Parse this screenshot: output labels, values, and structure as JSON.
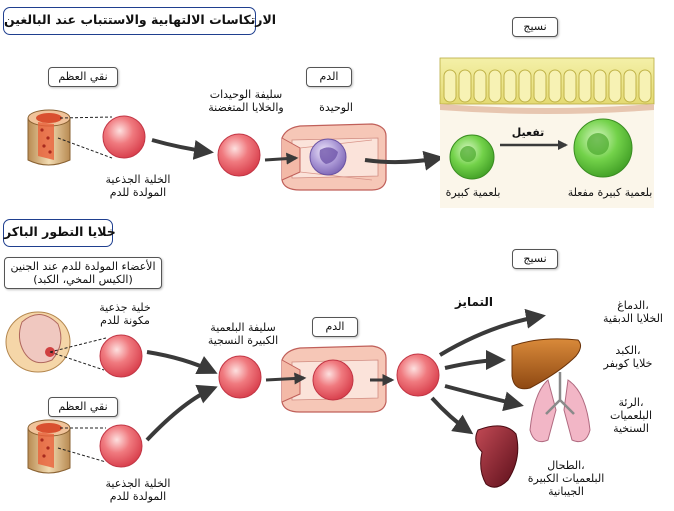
{
  "top": {
    "title": "الارتكاسات الالتهابية والاستتباب عند البالغين",
    "bone_marrow": "نقي العظم",
    "stem_cell": [
      "الخلية الجذعية",
      "المولدة للدم"
    ],
    "precursor": [
      "سليفة الوحيدات",
      "والخلايا المتغضنة"
    ],
    "blood": "الدم",
    "monocyte": "الوحيدة",
    "tissue": "نسيج",
    "activation": "تفعيل",
    "macrophage": "بلعمية كبيرة",
    "activated_macrophage": "بلعمية كبيرة مفعلة"
  },
  "bottom": {
    "title": "خلايا التطور الباكر",
    "embryo_organs": [
      "الأعضاء المولدة للدم عند الجنين",
      "(الكيس المخي، الكبد)"
    ],
    "embryo_stem": [
      "خلية جذعية",
      "مكونة للدم"
    ],
    "bone_marrow": "نقي العظم",
    "stem_cell": [
      "الخلية الجذعية",
      "المولدة للدم"
    ],
    "tissue_precursor": [
      "سليفة البلعمية",
      "الكبيرة النسجية"
    ],
    "blood": "الدم",
    "tissue": "نسيج",
    "differentiation": "التمايز",
    "brain": [
      "الدماغ،",
      "الخلايا الدبقية"
    ],
    "liver": [
      "الكبد،",
      "خلايا كوبفر"
    ],
    "lung": [
      "الرئة،",
      "البلعميات",
      "السنخية"
    ],
    "spleen": [
      "الطحال،",
      "البلعميات الكبيرة",
      "الجيبانية"
    ]
  },
  "colors": {
    "title_border": "#1f3f8f",
    "cell_red": "#e8505a",
    "cell_green": "#5fc63a",
    "monocyte_purple": "#9b86c9",
    "liver": "#b5621e",
    "spleen": "#8e1e2a",
    "arrow": "#3a3a3a"
  }
}
